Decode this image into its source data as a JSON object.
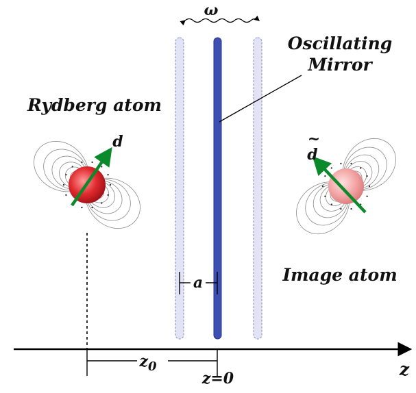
{
  "labels": {
    "omega": "ω",
    "mirror_line1": "Oscillating",
    "mirror_line2": "Mirror",
    "rydberg_atom": "Rydberg atom",
    "dipole": "d",
    "image_dipole": "d",
    "image_dipole_accent": "~",
    "separation": "a",
    "image_atom": "Image atom",
    "distance": "z",
    "distance_subscript": "0",
    "origin": "z=0",
    "axis": "z"
  },
  "colors": {
    "mirror": "#3e4fb3",
    "mirror_ghost": "#c9cdee",
    "atom": "#e02a2f",
    "image_atom": "#f2a2a2",
    "dipole_arrow": "#0b8a2b",
    "field_lines": "#8a8a8a",
    "axis": "#000000"
  }
}
